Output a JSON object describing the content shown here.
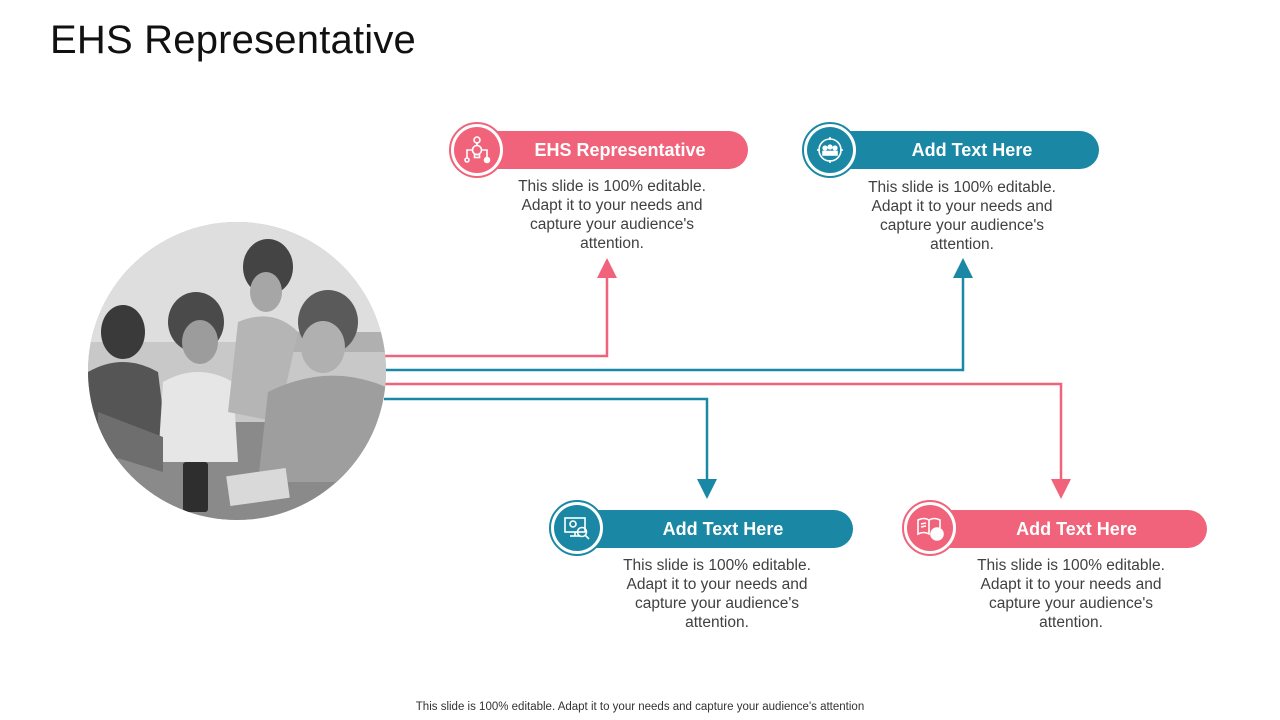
{
  "title": "EHS Representative",
  "footer": "This slide is 100% editable. Adapt it to your needs and capture your audience's attention",
  "colors": {
    "pink": "#f0637a",
    "teal": "#1a88a5"
  },
  "items": [
    {
      "label": "EHS Representative",
      "text": "This slide is 100% editable. Adapt it to your needs and capture your audience's attention.",
      "icon": "idea-network-icon",
      "color": "pink"
    },
    {
      "label": "Add Text Here",
      "text": "This slide is 100% editable. Adapt it to your needs and capture your audience's attention.",
      "icon": "team-meeting-icon",
      "color": "teal"
    },
    {
      "label": "Add Text Here",
      "text": "This slide is 100% editable. Adapt it to your needs and capture your audience's attention.",
      "icon": "monitor-analysis-icon",
      "color": "teal"
    },
    {
      "label": "Add Text Here",
      "text": "This slide is 100% editable. Adapt it to your needs and capture your audience's attention.",
      "icon": "fact-book-icon",
      "color": "pink"
    }
  ],
  "photo": {
    "subject": "team-working-photo"
  }
}
